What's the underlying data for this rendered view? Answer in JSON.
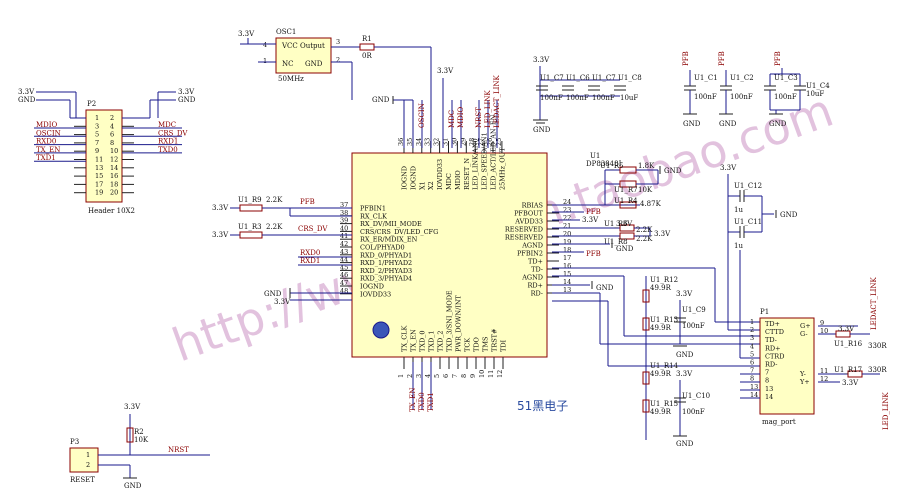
{
  "watermark": "http://www.eteam.taobao.com",
  "brand": "51黑电子",
  "u1": {
    "left_pins": [
      {
        "num": "37",
        "name": "PFBIN1"
      },
      {
        "num": "38",
        "name": "RX_CLK"
      },
      {
        "num": "39",
        "name": "RX_DV/MII_MODE"
      },
      {
        "num": "40",
        "name": "CRS/CRS_DV/LED_CFG"
      },
      {
        "num": "41",
        "name": "RX_ER/MDIX_EN"
      },
      {
        "num": "42",
        "name": "COL/PHYAD0"
      },
      {
        "num": "43",
        "name": "RXD_0/PHYAD1"
      },
      {
        "num": "44",
        "name": "RXD_1/PHYAD2"
      },
      {
        "num": "45",
        "name": "RXD_2/PHYAD3"
      },
      {
        "num": "46",
        "name": "RXD_3/PHYAD4"
      },
      {
        "num": "47",
        "name": "IOGND"
      },
      {
        "num": "48",
        "name": "IOVDD33"
      }
    ],
    "right_pins": [
      {
        "num": "24",
        "name": "RBIAS"
      },
      {
        "num": "23",
        "name": "PFBOUT"
      },
      {
        "num": "22",
        "name": "AVDD33"
      },
      {
        "num": "21",
        "name": "RESERVED"
      },
      {
        "num": "20",
        "name": "RESERVED"
      },
      {
        "num": "19",
        "name": "AGND"
      },
      {
        "num": "18",
        "name": "PFBIN2"
      },
      {
        "num": "17",
        "name": "TD+"
      },
      {
        "num": "16",
        "name": "TD-"
      },
      {
        "num": "15",
        "name": "AGND"
      },
      {
        "num": "14",
        "name": "RD+"
      },
      {
        "num": "13",
        "name": "RD-"
      }
    ],
    "top_pins": [
      {
        "num": "36",
        "name": "IOGND"
      },
      {
        "num": "35",
        "name": "IOGND"
      },
      {
        "num": "34",
        "name": "X1"
      },
      {
        "num": "33",
        "name": "X2"
      },
      {
        "num": "32",
        "name": "IOVDD33"
      },
      {
        "num": "31",
        "name": "MDC"
      },
      {
        "num": "30",
        "name": "MDIO"
      },
      {
        "num": "29",
        "name": "RESET_N"
      },
      {
        "num": "28",
        "name": "LED_LINK/AN0"
      },
      {
        "num": "27",
        "name": "LED_SPEED/AN1"
      },
      {
        "num": "26",
        "name": "LED_ACT/LED_AN_EN"
      },
      {
        "num": "25",
        "name": "25MHz_OUT"
      }
    ],
    "bottom_pins": [
      {
        "num": "1",
        "name": "TX_CLK"
      },
      {
        "num": "2",
        "name": "TX_EN"
      },
      {
        "num": "3",
        "name": "TXD_0"
      },
      {
        "num": "4",
        "name": "TXD_1"
      },
      {
        "num": "5",
        "name": "TXD_2"
      },
      {
        "num": "6",
        "name": "TXD_3/SNI_MODE"
      },
      {
        "num": "7",
        "name": "PWR_DOWN/INT"
      },
      {
        "num": "8",
        "name": "TCK"
      },
      {
        "num": "9",
        "name": "TDO"
      },
      {
        "num": "10",
        "name": "TMS"
      },
      {
        "num": "11",
        "name": "TRST#"
      },
      {
        "num": "12",
        "name": "TDI"
      }
    ],
    "top_nets": [
      "OSCIN",
      "MDC",
      "MDIO",
      "NRST",
      "LED_LINK",
      "LEDACT_LINK"
    ],
    "bottom_nets": [
      "TX_EN",
      "TXD0",
      "TXD1"
    ],
    "u1_label": "U1",
    "part": "DP83848I"
  },
  "labels": {
    "v33": "3.3V",
    "gnd": "GND",
    "pfb": "PFB",
    "crs_dv": "CRS_DV",
    "rxd0": "RXD0",
    "rxd1": "RXD1",
    "oscin": "OSCIN",
    "mdio": "MDIO",
    "mdc": "MDC",
    "txen": "TX_EN",
    "txd0": "TXD0",
    "txd1": "TXD1",
    "nrst": "NRST",
    "led_link": "LED_LINK",
    "ledact_link": "LEDACT_LINK"
  },
  "oscillator": {
    "ref": "OSC1",
    "pin_vcc": "VCC Output",
    "pin_nc": "NC",
    "pin_gnd": "GND",
    "freq": "50MHz",
    "r": "R1",
    "rv": "0R",
    "p1": "1",
    "p2": "2",
    "p3": "3",
    "p4": "4"
  },
  "header": {
    "ref": "P2",
    "name": "Header 10X2",
    "left_nets": [
      "MDIO",
      "OSCIN",
      "RXD0",
      "TX_EN",
      "TXD1"
    ],
    "right_nets": [
      "MDC",
      "CRS_DV",
      "RXD1",
      "TXD0"
    ],
    "left_nums": [
      "1",
      "3",
      "5",
      "7",
      "9",
      "11",
      "13",
      "15",
      "17",
      "19"
    ],
    "right_nums": [
      "2",
      "4",
      "6",
      "8",
      "10",
      "12",
      "14",
      "16",
      "18",
      "20"
    ]
  },
  "resistors": {
    "r9": "U1_R9",
    "r3": "U1_R3",
    "rv": "2.2K",
    "r5": "U1_R5",
    "r5v": "1.8K",
    "r7": "U1_R7",
    "r7v": "10K",
    "r4": "U1_R4",
    "r4v": "4.87K",
    "r6": "U1_R6",
    "r8": "U1_R8",
    "rv22": "2.2K",
    "r12": "U1_R12",
    "r13": "U1_R13",
    "r14": "U1_R14",
    "r15": "U1_R15",
    "r49": "49.9R",
    "r16": "U1_R16",
    "r17": "U1_R17",
    "r330": "330R",
    "r2": "R2",
    "r2v": "10K"
  },
  "caps": {
    "c7a": "U1_C7",
    "c6": "U1_C6",
    "c7b": "U1_C7",
    "c8": "U1_C8",
    "v100n": "100nF",
    "v10u": "10uF",
    "c1": "U1_C1",
    "c2": "U1_C2",
    "c3": "U1_C3",
    "c4": "U1_C4",
    "c12": "U1_C12",
    "c11": "U1_C11",
    "v1u": "1u",
    "c9": "U1_C9",
    "c10": "U1_C10"
  },
  "magjack": {
    "ref": "P1",
    "part": "mag_port",
    "pins_left": [
      {
        "num": "1",
        "name": "TD+"
      },
      {
        "num": "2",
        "name": "CTTD"
      },
      {
        "num": "3",
        "name": "TD-"
      },
      {
        "num": "4",
        "name": "RD+"
      },
      {
        "num": "5",
        "name": "CTRD"
      },
      {
        "num": "6",
        "name": "RD-"
      },
      {
        "num": "7",
        "name": "7"
      },
      {
        "num": "8",
        "name": "8"
      },
      {
        "num": "13",
        "name": "13"
      },
      {
        "num": "14",
        "name": "14"
      }
    ],
    "pins_right": [
      {
        "num": "9",
        "name": "G+"
      },
      {
        "num": "10",
        "name": "G-"
      },
      {
        "num": "11",
        "name": "Y-"
      },
      {
        "num": "12",
        "name": "Y+"
      }
    ]
  },
  "reset": {
    "ref": "P3",
    "name": "RESET",
    "p1": "1",
    "p2": "2"
  }
}
